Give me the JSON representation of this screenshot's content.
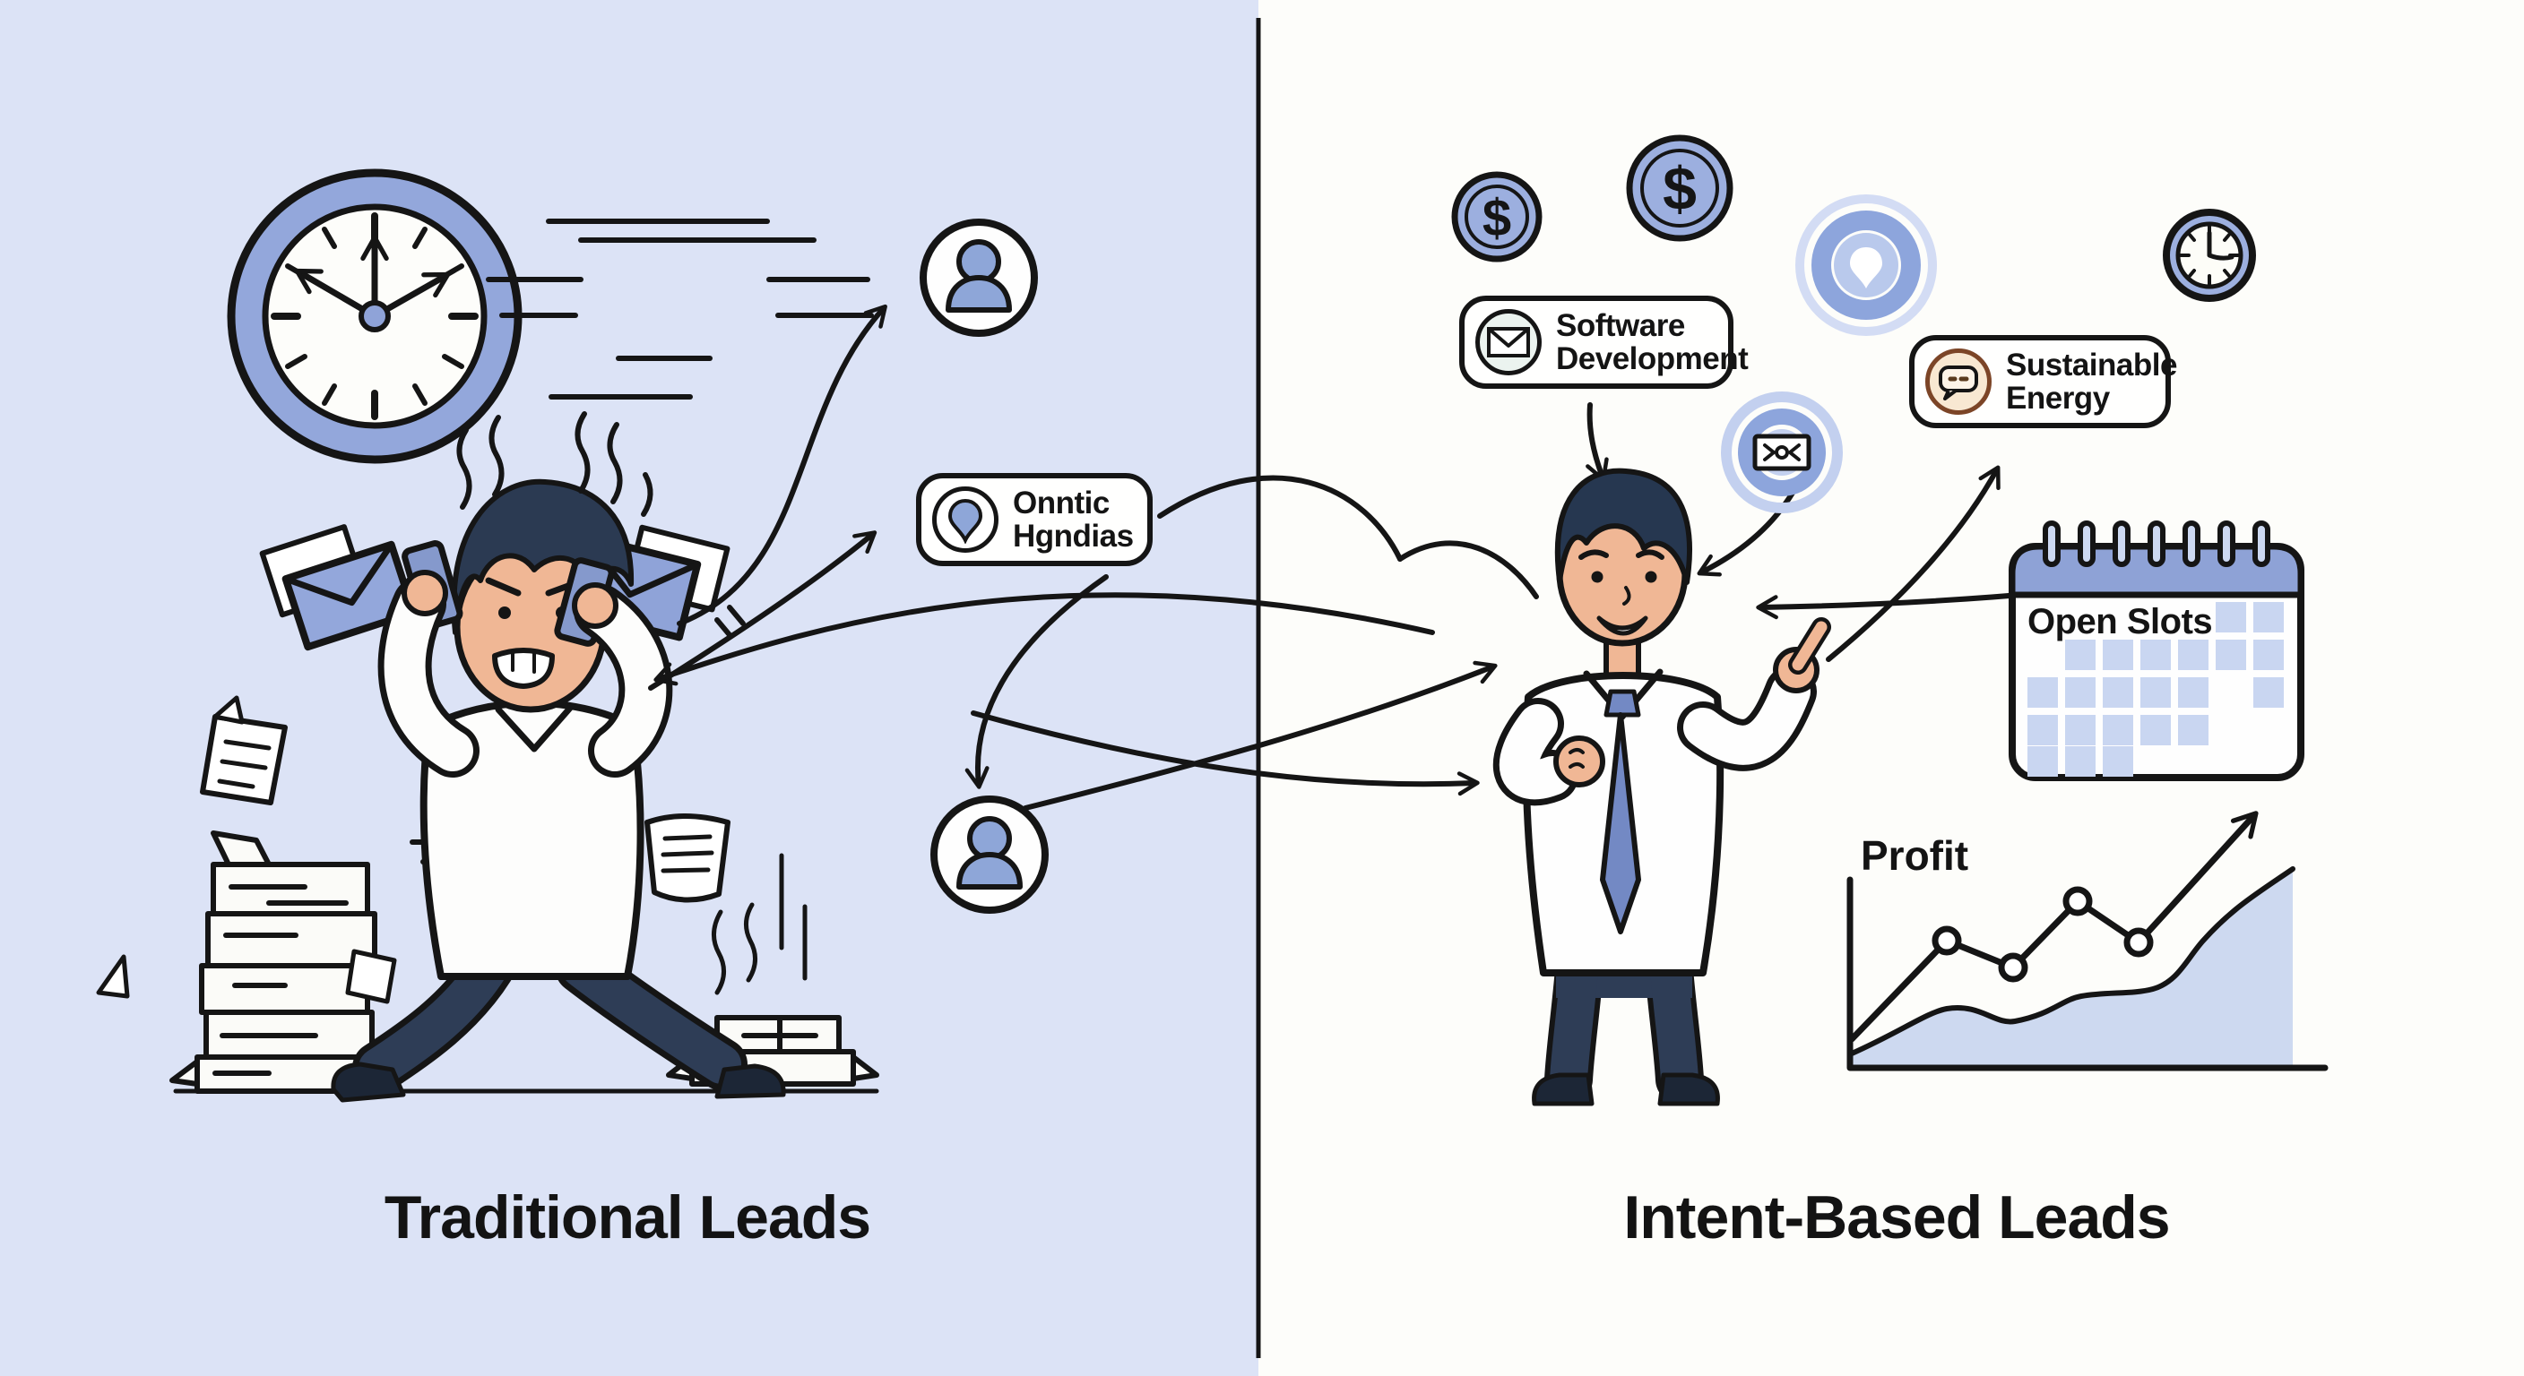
{
  "left_panel": {
    "title": "Traditional Leads",
    "contact_tag": {
      "line1": "Onntic",
      "line2": "Hgndias",
      "icon": "location-pin-icon"
    }
  },
  "right_panel": {
    "title": "Intent-Based Leads",
    "coin_symbol": "$",
    "topic_tags": [
      {
        "line1": "Software",
        "line2": "Development",
        "icon": "envelope-icon"
      },
      {
        "line1": "Sustainable",
        "line2": "Energy",
        "icon": "chat-bubble-icon"
      }
    ],
    "calendar": {
      "title": "Open Slots"
    },
    "profit_chart": {
      "title": "Profit",
      "type": "line-with-area",
      "trend": "up"
    }
  },
  "icons": {
    "left": [
      "clock-icon",
      "envelope-icon",
      "phone-icon",
      "document-icon",
      "avatar-icon"
    ],
    "right": [
      "dollar-coin-icon",
      "target-pin-icon",
      "target-message-icon",
      "clock-icon",
      "calendar-icon",
      "chart-icon"
    ]
  },
  "colors": {
    "left_background": "#dce3f6",
    "right_background": "#fdfdfa",
    "primary_blue": "#8fa3d8",
    "light_blue": "#c9d6f1",
    "outline": "#151515",
    "skin": "#f0b795",
    "hair_navy": "#28384f",
    "pants_navy": "#2e3d56",
    "peach": "#f8e8d2",
    "peach_border": "#7c4527"
  }
}
